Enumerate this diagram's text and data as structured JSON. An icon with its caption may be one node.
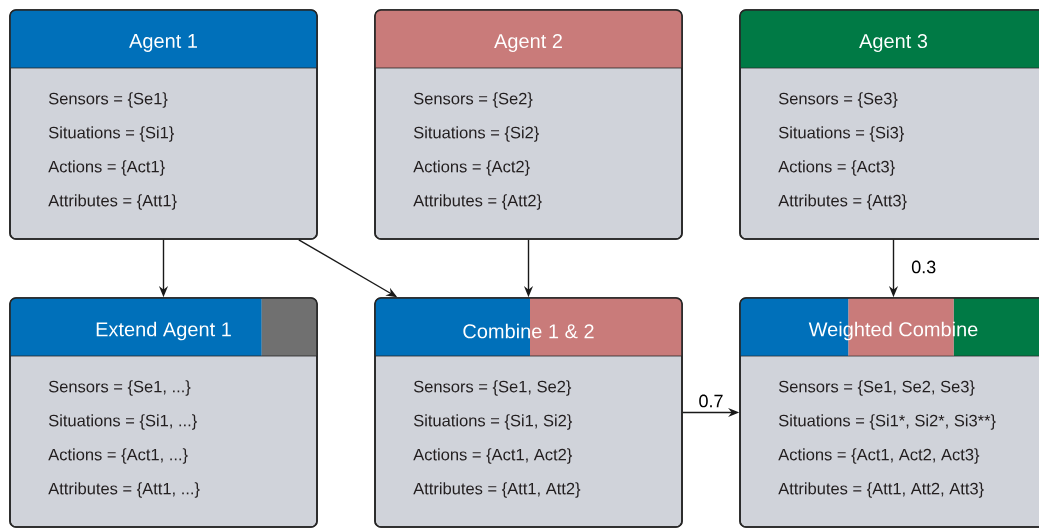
{
  "diagram": {
    "nodes": [
      {
        "text": [
          "Agent 1",
          "Sensors = {Se1}",
          "Situations = {Si1}",
          "Actions = {Act1}",
          "Attributes = {Att1}"
        ]
      },
      {
        "text": [
          "Agent 2",
          "Sensors = {Se2}",
          "Situations = {Si2}",
          "Actions = {Act2}",
          "Attributes = {Att2}"
        ]
      },
      {
        "text": [
          "Agent 3",
          "Sensors = {Se3}",
          "Situations = {Si3}",
          "Actions = {Act3}",
          "Attributes = {Att3}"
        ]
      },
      {
        "text": [
          "Extend Agent 1",
          "Sensors = {Se1, ...}",
          "Situations = {Si1, ...}",
          "Actions = {Act1, ...}",
          "Attributes = {Att1, ...}"
        ]
      },
      {
        "text": [
          "Combine 1 & 2",
          "Sensors = {Se1, Se2}",
          "Situations = {Si1, Si2}",
          "Actions = {Act1, Act2}",
          "Attributes = {Att1, Att2}"
        ]
      },
      {
        "text": [
          "Weighted Combine",
          "Sensors = {Se1, Se2, Se3}",
          "Situations = {Si1*, Si2*, Si3**}",
          "Actions = {Act1, Act2, Act3}",
          "Attributes = {Att1, Att2, Att3}"
        ]
      }
    ],
    "edges": [
      {
        "from": 0,
        "to": 3,
        "arrow": "to"
      },
      {
        "from": 0,
        "to": 4,
        "arrow": "to"
      },
      {
        "from": 1,
        "to": 4,
        "arrow": "to"
      },
      {
        "from": 2,
        "to": 5,
        "arrow": "to",
        "label": "0.3"
      },
      {
        "from": 4,
        "to": 5,
        "arrow": "to",
        "label": "0.7"
      }
    ]
  }
}
